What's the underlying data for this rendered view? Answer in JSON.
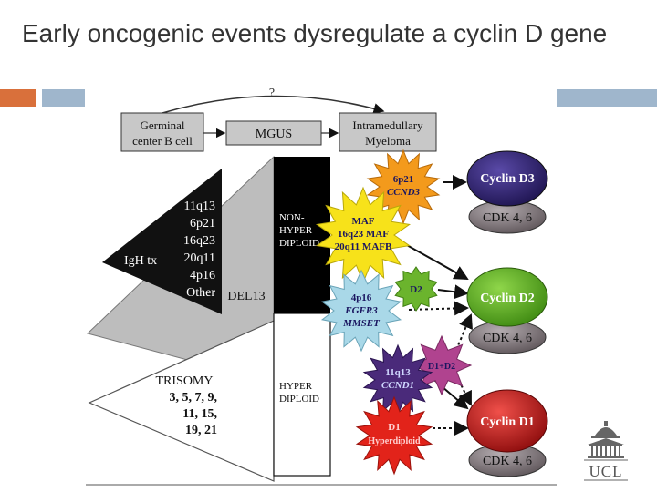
{
  "slide": {
    "title": "Early oncogenic events dysregulate a cyclin D gene"
  },
  "colors": {
    "orange_bar": "#d9703b",
    "blue_bar": "#9fb6cc",
    "box_fill": "#c8c8c8",
    "triangle_dark": "#111111",
    "triangle_grey": "#bdbdbd",
    "d3_star": "#f39a1c",
    "maf_star": "#f7e21a",
    "d2_star": "#6bb42d",
    "fgfr3_star": "#a9d8e8",
    "d1d2_star": "#b0438f",
    "ccnd1_star": "#4a2a7a",
    "d1_star": "#e2231a",
    "cyclin_d3": "#2a1d6e",
    "cyclin_d2": "#5fae1f",
    "cyclin_d1": "#c01515",
    "cdk": "#7a7075"
  },
  "diagram": {
    "question_mark": "?",
    "germinal_center_line1": "Germinal",
    "germinal_center_line2": "center B cell",
    "mgus": "MGUS",
    "myeloma_line1": "Intramedullary",
    "myeloma_line2": "Myeloma",
    "igh_label": "IgH tx",
    "translocations": [
      "11q13",
      "6p21",
      "16q23",
      "20q11",
      "4p16",
      "Other"
    ],
    "del13": "DEL13",
    "trisomy_label": "TRISOMY",
    "trisomy_lines": [
      "3, 5, 7, 9,",
      "11, 15,",
      "19, 21"
    ],
    "non_hyper_lines": [
      "NON-",
      "HYPER",
      "DIPLOID"
    ],
    "hyper_lines": [
      "HYPER",
      "DIPLOID"
    ],
    "star_6p21_lines": [
      "6p21",
      "CCND3"
    ],
    "star_maf_lines": [
      "MAF",
      "16q23 MAF",
      "20q11 MAFB"
    ],
    "star_d2": "D2",
    "star_4p16_lines": [
      "4p16",
      "FGFR3",
      "MMSET"
    ],
    "star_d1d2": "D1+D2",
    "star_11q13_lines": [
      "11q13",
      "CCND1"
    ],
    "star_d1_lines": [
      "D1",
      "Hyperdiploid"
    ],
    "cyclin_d3": "Cyclin D3",
    "cyclin_d2": "Cyclin D2",
    "cyclin_d1": "Cyclin D1",
    "cdk_label": "CDK 4, 6",
    "logo_text": "UCL"
  }
}
